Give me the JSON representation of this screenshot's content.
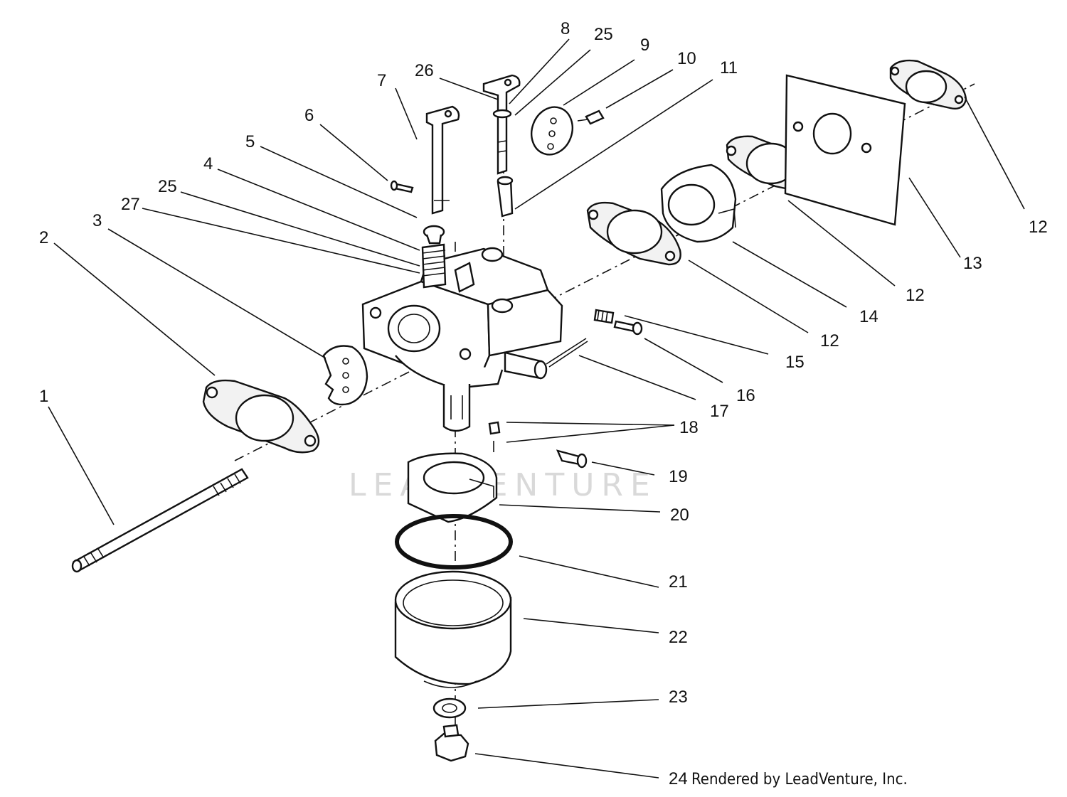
{
  "credit": "Rendered by LeadVenture, Inc.",
  "watermark": "LEADVENTURE",
  "callouts": [
    {
      "id": "c1",
      "label": "1"
    },
    {
      "id": "c2",
      "label": "2"
    },
    {
      "id": "c3",
      "label": "3"
    },
    {
      "id": "c27",
      "label": "27"
    },
    {
      "id": "c25a",
      "label": "25"
    },
    {
      "id": "c4",
      "label": "4"
    },
    {
      "id": "c5",
      "label": "5"
    },
    {
      "id": "c6",
      "label": "6"
    },
    {
      "id": "c7",
      "label": "7"
    },
    {
      "id": "c26",
      "label": "26"
    },
    {
      "id": "c8",
      "label": "8"
    },
    {
      "id": "c25b",
      "label": "25"
    },
    {
      "id": "c9",
      "label": "9"
    },
    {
      "id": "c10",
      "label": "10"
    },
    {
      "id": "c11",
      "label": "11"
    },
    {
      "id": "c12a",
      "label": "12"
    },
    {
      "id": "c13",
      "label": "13"
    },
    {
      "id": "c12b",
      "label": "12"
    },
    {
      "id": "c14",
      "label": "14"
    },
    {
      "id": "c12c",
      "label": "12"
    },
    {
      "id": "c15",
      "label": "15"
    },
    {
      "id": "c16",
      "label": "16"
    },
    {
      "id": "c17",
      "label": "17"
    },
    {
      "id": "c18",
      "label": "18"
    },
    {
      "id": "c19",
      "label": "19"
    },
    {
      "id": "c20",
      "label": "20"
    },
    {
      "id": "c21",
      "label": "21"
    },
    {
      "id": "c22",
      "label": "22"
    },
    {
      "id": "c23",
      "label": "23"
    },
    {
      "id": "c24",
      "label": "24"
    }
  ]
}
